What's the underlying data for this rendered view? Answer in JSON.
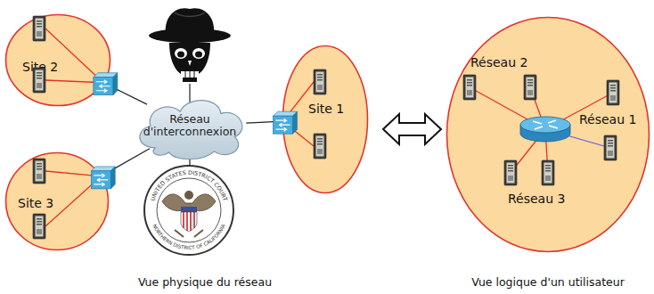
{
  "diagram": {
    "nodes": [
      {
        "text": [
          "Site 2"
        ]
      },
      {
        "text": [
          "Site 3"
        ]
      },
      {
        "text": [
          "Réseau d'interconnexion"
        ]
      },
      {
        "text": [
          "Site 1"
        ]
      },
      {
        "text": [
          "Réseau 2",
          "Réseau 1",
          "Réseau 3"
        ]
      }
    ],
    "edges": [
      {
        "from": 0,
        "to": 2,
        "arrow": "none"
      },
      {
        "from": 1,
        "to": 2,
        "arrow": "none"
      },
      {
        "from": 3,
        "to": 2,
        "arrow": "none"
      }
    ],
    "labels": [
      "UNITED STATES DISTRICT COURT",
      "NORTHERN DISTRICT OF CALIFORNIA",
      "Vue physique du réseau",
      "Vue logique d'un utilisateur"
    ]
  }
}
